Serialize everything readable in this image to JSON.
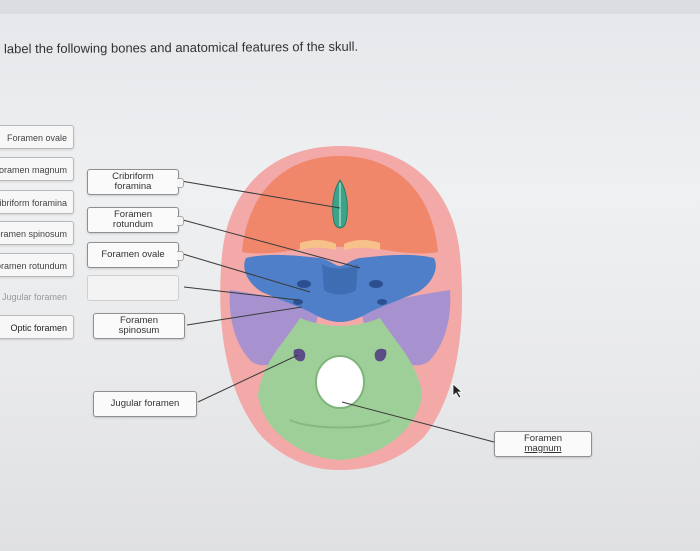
{
  "instruction": "label the following bones and anatomical features of the skull.",
  "word_bank": [
    {
      "label": "Foramen ovale"
    },
    {
      "label": "Foramen magnum"
    },
    {
      "label": "Cribriform foramina"
    },
    {
      "label": "Foramen spinosum"
    },
    {
      "label": "Foramen rotundum"
    },
    {
      "label": "Jugular foramen"
    },
    {
      "label": "Optic foramen"
    }
  ],
  "placed_labels": [
    {
      "line1": "Cribriform",
      "line2": "foramina"
    },
    {
      "line1": "Foramen",
      "line2": "rotundum"
    },
    {
      "line1": "Foramen ovale",
      "line2": ""
    },
    {
      "line1": "",
      "line2": ""
    },
    {
      "line1": "Foramen",
      "line2": "spinosum"
    },
    {
      "line1": "Jugular foramen",
      "line2": ""
    },
    {
      "line1": "Foramen",
      "line2": "magnum"
    }
  ],
  "colors": {
    "frontal": "#f0866a",
    "ethmoid": "#3aa38a",
    "sphenoid": "#4f7fc8",
    "temporal": "#a792cf",
    "occipital": "#9fcf99",
    "skull_rim": "#f2a9a8"
  },
  "icons": {
    "cursor": "arrow-cursor-icon"
  }
}
